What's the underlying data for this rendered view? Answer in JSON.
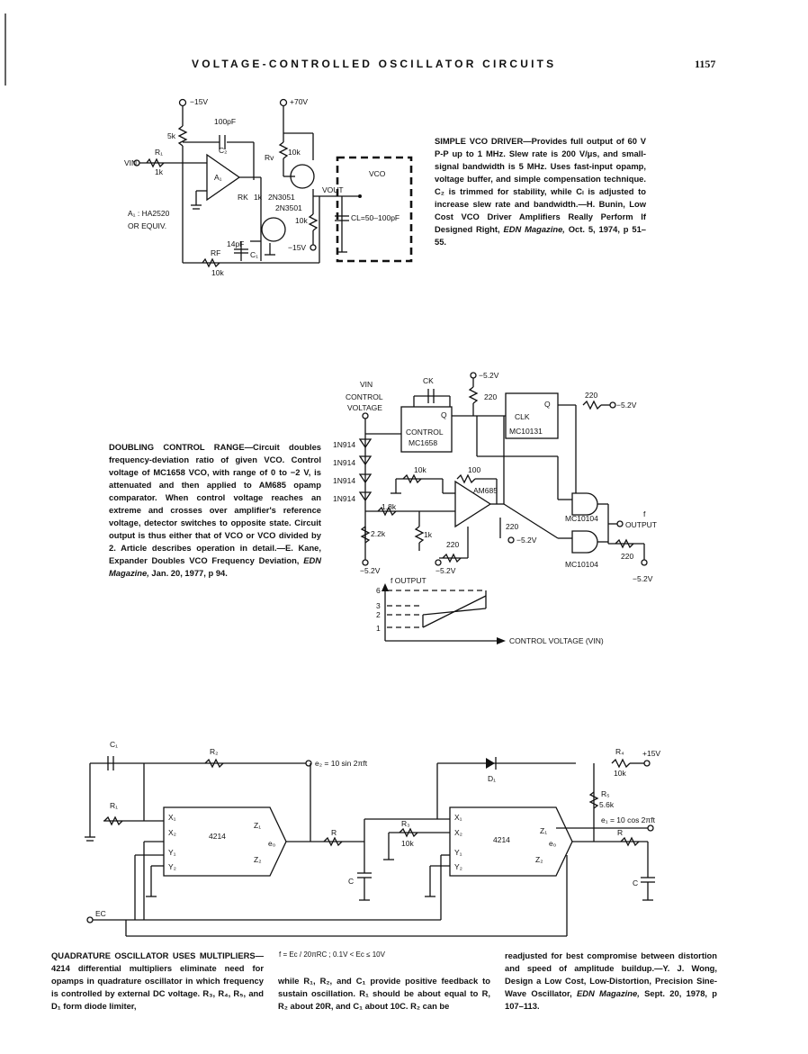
{
  "header": {
    "title": "VOLTAGE-CONTROLLED OSCILLATOR CIRCUITS",
    "page_number": "1157"
  },
  "captions": {
    "vco_driver": {
      "lead": "SIMPLE VCO DRIVER—",
      "body": "Provides full output of 60 V P-P up to 1 MHz. Slew rate is 200 V/μs, and small-signal bandwidth is 5 MHz. Uses fast-input opamp, voltage buffer, and simple compensation technique. C₂ is trimmed for stability, while Cₗ is adjusted to increase slew rate and bandwidth.—H. Bunin, Low Cost VCO Driver Amplifiers Really Perform If Designed Right, ",
      "journal": "EDN Magazine,",
      "ref": " Oct. 5, 1974, p 51–55."
    },
    "doubling": {
      "lead": "DOUBLING CONTROL RANGE—",
      "body": "Circuit doubles frequency-deviation ratio of given VCO. Control voltage of MC1658 VCO, with range of 0 to −2 V, is attenuated and then applied to AM685 opamp comparator. When control voltage reaches an extreme and crosses over amplifier's reference voltage, detector switches to opposite state. Circuit output is thus either that of VCO or VCO divided by 2. Article describes operation in detail.—E. Kane, Expander Doubles VCO Frequency Deviation, ",
      "journal": "EDN Magazine,",
      "ref": " Jan. 20, 1977, p 94."
    },
    "quadrature_1": {
      "lead": "QUADRATURE OSCILLATOR USES MULTIPLIERS—",
      "body": "4214 differential multipliers eliminate need for opamps in quadrature oscillator in which frequency is controlled by external DC voltage. R₃, R₄, R₅, and D₁ form diode limiter,"
    },
    "quadrature_2": {
      "body": "while R₁, R₂, and C₁ provide positive feedback to sustain oscillation. R₁ should be about equal to R, R₂ about 20R, and C₁ about 10C. R₂ can be"
    },
    "quadrature_3": {
      "body": "readjusted for best compromise between distortion and speed of amplitude buildup.—Y. J. Wong, Design a Low Cost, Low-Distortion, Precision Sine-Wave Oscillator, ",
      "journal": "EDN Magazine,",
      "ref": " Sept. 20, 1978, p 107–113."
    },
    "formula": "f = Ec / 20πRC ; 0.1V < Ec ≤ 10V"
  },
  "fig1_labels": {
    "neg15": "−15V",
    "pos70": "+70V",
    "cap100": "100pF",
    "c2": "C₂",
    "r5k": "5k",
    "r1": "R₁",
    "vin": "VIN",
    "r1k": "1k",
    "a1": "A₁",
    "rv": "Rv",
    "r10k": "10k",
    "vco": "VCO",
    "vout": "VOUT",
    "rk": "RK",
    "rk1k": "1k",
    "q1": "2N3051",
    "q2": "2N3501",
    "r10k2": "10k",
    "cl": "CL=50–100pF",
    "note1": "A₁ : HA2520",
    "note2": "OR EQUIV.",
    "c14": "14pF",
    "c1": "C₁",
    "neg15b": "−15V",
    "rf": "RF",
    "rf10k": "10k"
  },
  "fig2_labels": {
    "vin": "VIN",
    "control": "CONTROL",
    "voltage": "VOLTAGE",
    "ck": "CK",
    "neg52": "−5.2V",
    "r220": "220",
    "q": "Q",
    "control_box": "CONTROL",
    "mc1658": "MC1658",
    "clk": "CLK",
    "qb": "Q",
    "mc10131": "MC10131",
    "r220b": "220",
    "neg52b": "−5.2V",
    "d1": "1N914",
    "d2": "1N914",
    "d3": "1N914",
    "d4": "1N914",
    "r10k": "10k",
    "r100": "100",
    "am685": "AM685",
    "r18k": "1.8k",
    "r22k": "2.2k",
    "r1k": "1k",
    "r220c": "220",
    "r220d": "220",
    "neg52c": "−5.2V",
    "neg52d": "−5.2V",
    "neg52e": "−5.2V",
    "mc10104a": "MC10104",
    "mc10104b": "MC10104",
    "f": "f",
    "output": "OUTPUT",
    "r220e": "220",
    "neg52f": "−5.2V"
  },
  "fig3_graph": {
    "ylabel": "f OUTPUT",
    "xlabel": "CONTROL VOLTAGE (VIN)",
    "ticks": [
      "6",
      "3",
      "2",
      "1"
    ]
  },
  "fig4_labels": {
    "c1": "C₁",
    "r2": "R₂",
    "e2": "e₂ = 10 sin 2πft",
    "r1": "R₁",
    "d1": "D₁",
    "r4": "R₄",
    "pos15": "+15V",
    "r10k": "10k",
    "r5": "R₅",
    "r56k": "5.6k",
    "e1": "e₁ = 10 cos 2πft",
    "x1": "X₁",
    "x2": "X₂",
    "y1": "Y₁",
    "y2": "Y₂",
    "z1": "Z₁",
    "z2": "Z₂",
    "eo": "e₀",
    "chip": "4214",
    "r": "R",
    "r3": "R₃",
    "r3k": "10k",
    "x1b": "X₁",
    "x2b": "X₂",
    "y1b": "Y₁",
    "y2b": "Y₂",
    "z1b": "Z₁",
    "z2b": "Z₂",
    "eob": "e₀",
    "chipb": "4214",
    "rb": "R",
    "c": "C",
    "cb": "C",
    "ec": "EC"
  }
}
